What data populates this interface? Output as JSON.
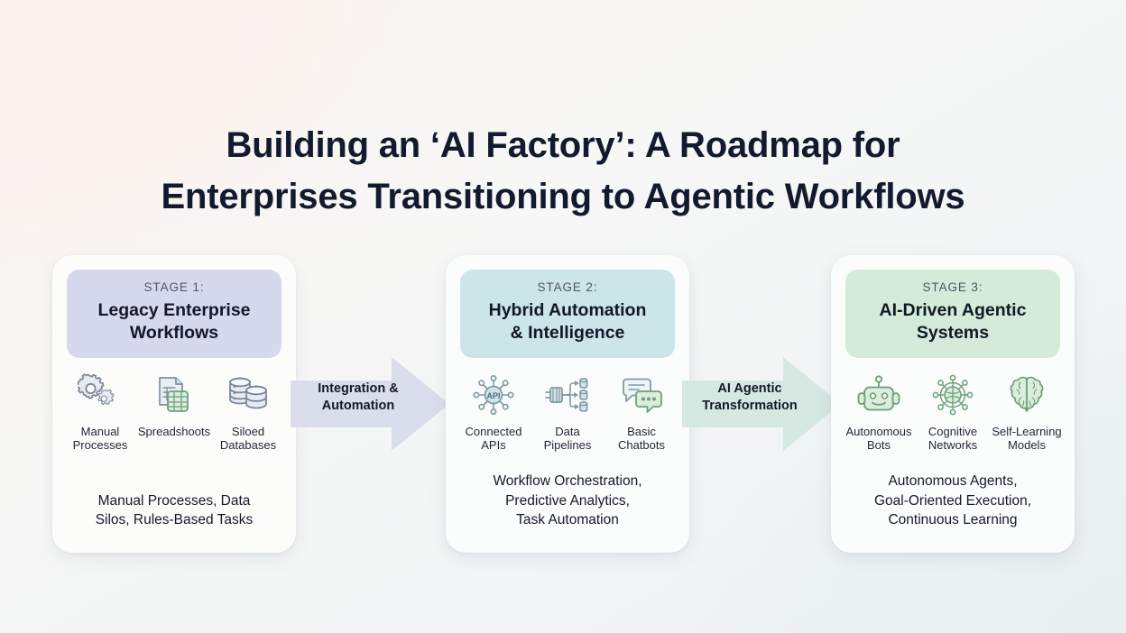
{
  "title": {
    "line1": "Building an ‘AI Factory’: A Roadmap for",
    "line2": "Enterprises Transitioning to Agentic Workflows"
  },
  "colors": {
    "stage1_header": "#d6d9ed",
    "stage2_header": "#cce5e9",
    "stage3_header": "#d5ebd9",
    "arrow1": "#dadeec",
    "arrow2": "#d6e8e2",
    "card_bg": "#fcfcfb",
    "title_text": "#121a2e",
    "eyebrow_text": "#4d5668"
  },
  "stages": [
    {
      "eyebrow": "STAGE 1:",
      "title_line1": "Legacy Enterprise",
      "title_line2": "Workflows",
      "icons": [
        {
          "name": "gears-icon",
          "label_line1": "Manual",
          "label_line2": "Processes"
        },
        {
          "name": "spreadsheet-icon",
          "label_line1": "Spreadshoots",
          "label_line2": ""
        },
        {
          "name": "database-stack-icon",
          "label_line1": "Siloed",
          "label_line2": "Databases"
        }
      ],
      "body_line1": "Manual Processes, Data",
      "body_line2": "Silos, Rules-Based Tasks",
      "body_line3": ""
    },
    {
      "eyebrow": "STAGE 2:",
      "title_line1": "Hybrid Automation",
      "title_line2": "& Intelligence",
      "icons": [
        {
          "name": "api-hub-icon",
          "label_line1": "Connected",
          "label_line2": "APIs"
        },
        {
          "name": "data-pipeline-icon",
          "label_line1": "Data",
          "label_line2": "Pipelines"
        },
        {
          "name": "chat-bubbles-icon",
          "label_line1": "Basic",
          "label_line2": "Chatbots"
        }
      ],
      "body_line1": "Workflow Orchestration,",
      "body_line2": "Predictive Analytics,",
      "body_line3": "Task Automation"
    },
    {
      "eyebrow": "STAGE 3:",
      "title_line1": "AI-Driven Agentic",
      "title_line2": "Systems",
      "icons": [
        {
          "name": "robot-head-icon",
          "label_line1": "Autonomous",
          "label_line2": "Bots"
        },
        {
          "name": "neural-network-icon",
          "label_line1": "Cognitive",
          "label_line2": "Networks"
        },
        {
          "name": "brain-icon",
          "label_line1": "Self-Learning",
          "label_line2": "Models"
        }
      ],
      "body_line1": "Autonomous Agents,",
      "body_line2": "Goal-Oriented Execution,",
      "body_line3": "Continuous Learning"
    }
  ],
  "connectors": [
    {
      "name": "arrow-stage1-to-stage2",
      "label_line1": "Integration &",
      "label_line2": "Automation"
    },
    {
      "name": "arrow-stage2-to-stage3",
      "label_line1": "AI Agentic",
      "label_line2": "Transformation"
    }
  ]
}
